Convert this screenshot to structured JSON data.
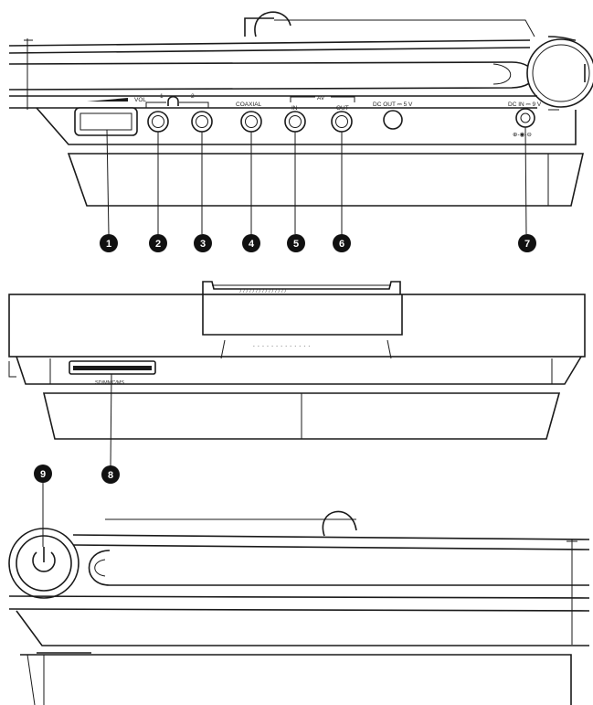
{
  "labels": {
    "vol": "VOL",
    "hp1": "1",
    "hp2": "2",
    "coaxial": "COAXIAL",
    "av": "AV",
    "av_in": "IN",
    "av_out": "OUT",
    "dc_out": "DC OUT ⎓ 5 V",
    "dc_in": "DC IN ⎓ 9 V",
    "polarity": "⊕-◉-⊖",
    "card_slot": "SD/MMC/MS"
  },
  "callouts": [
    "1",
    "2",
    "3",
    "4",
    "5",
    "6",
    "7",
    "8",
    "9"
  ],
  "icons": {
    "headphone": "headphone-icon",
    "power": "power-icon"
  }
}
